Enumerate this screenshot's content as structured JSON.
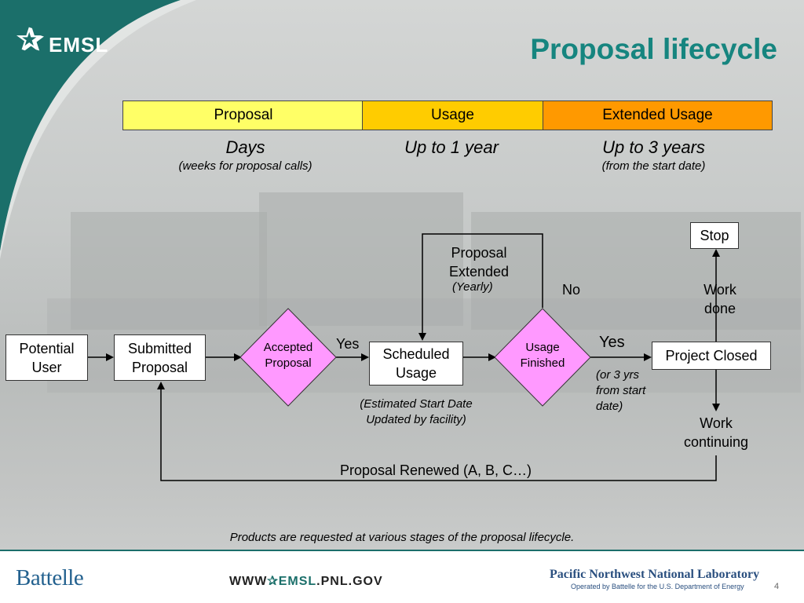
{
  "header": {
    "title": "Proposal lifecycle",
    "logo_text": "EMSL"
  },
  "phases": [
    {
      "label": "Proposal",
      "color": "#ffff66"
    },
    {
      "label": "Usage",
      "color": "#ffcc00"
    },
    {
      "label": "Extended Usage",
      "color": "#ff9900"
    }
  ],
  "durations": [
    {
      "main": "Days",
      "sub": "(weeks for proposal calls)"
    },
    {
      "main": "Up to 1 year",
      "sub": ""
    },
    {
      "main": "Up to 3 years",
      "sub": "(from the start date)"
    }
  ],
  "flow": {
    "potential_user": "Potential User",
    "submitted_proposal": "Submitted Proposal",
    "accepted_proposal": "Accepted Proposal",
    "scheduled_usage": "Scheduled Usage",
    "usage_finished": "Usage Finished",
    "project_closed": "Project Closed",
    "stop": "Stop",
    "yes1": "Yes",
    "yes2": "Yes",
    "no": "No",
    "proposal_extended": "Proposal Extended",
    "yearly": "(Yearly)",
    "work_done": "Work done",
    "work_continuing": "Work continuing",
    "or3yrs": "(or 3 yrs from start date)",
    "estimated_start": "(Estimated Start Date Updated by facility)",
    "renewed": "Proposal Renewed (A, B, C…)",
    "diamond_color": "#ff99ff"
  },
  "note": "Products are requested at various stages of the proposal lifecycle.",
  "footer": {
    "battelle": "Battelle",
    "web_prefix": "WWW",
    "web_emsl": "EMSL",
    "web_suffix": ".PNL.GOV",
    "pnnl": "Pacific Northwest National Laboratory",
    "pnnl_sub": "Operated by Battelle for the U.S. Department of Energy",
    "page_number": "4"
  }
}
